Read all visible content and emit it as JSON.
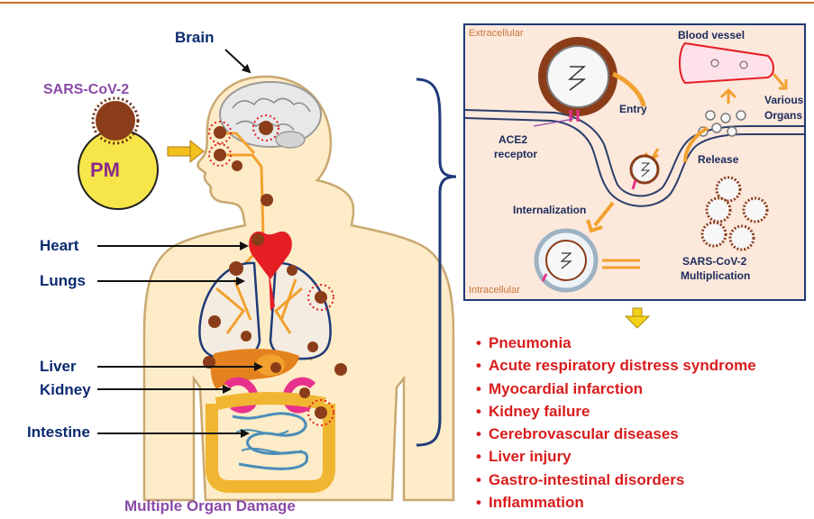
{
  "virus_label": "SARS-CoV-2",
  "pm_label": "PM",
  "organs": {
    "brain": "Brain",
    "heart": "Heart",
    "lungs": "Lungs",
    "liver": "Liver",
    "kidney": "Kidney",
    "intestine": "Intestine"
  },
  "footer_title": "Multiple Organ Damage",
  "panel": {
    "extracellular": "Extracellular",
    "intracellular": "Intracellular",
    "blood_vessel": "Blood vessel",
    "various_organs_line1": "Various",
    "various_organs_line2": "Organs",
    "entry": "Entry",
    "ace2_line1": "ACE2",
    "ace2_line2": "receptor",
    "release": "Release",
    "internalization": "Internalization",
    "multiplication_line1": "SARS-CoV-2",
    "multiplication_line2": "Multiplication"
  },
  "diseases": [
    "Pneumonia",
    "Acute respiratory distress syndrome",
    "Myocardial infarction",
    "Kidney failure",
    "Cerebrovascular diseases",
    "Liver injury",
    "Gastro-intestinal disorders",
    "Inflammation"
  ],
  "bullet": "•",
  "colors": {
    "frame": "#c8702a",
    "body_fill": "#fdecc7",
    "body_stroke": "#c9a870",
    "organ_label": "#0b2a6f",
    "virus": "#8b3d1a",
    "pm_fill": "#f6e64a",
    "panel_bg": "#fde8dc",
    "panel_border": "#1f3a78",
    "disease_text": "#d81d1d",
    "arrow_orange": "#f2a12f",
    "yellow_arrow": "#f4d21a"
  }
}
